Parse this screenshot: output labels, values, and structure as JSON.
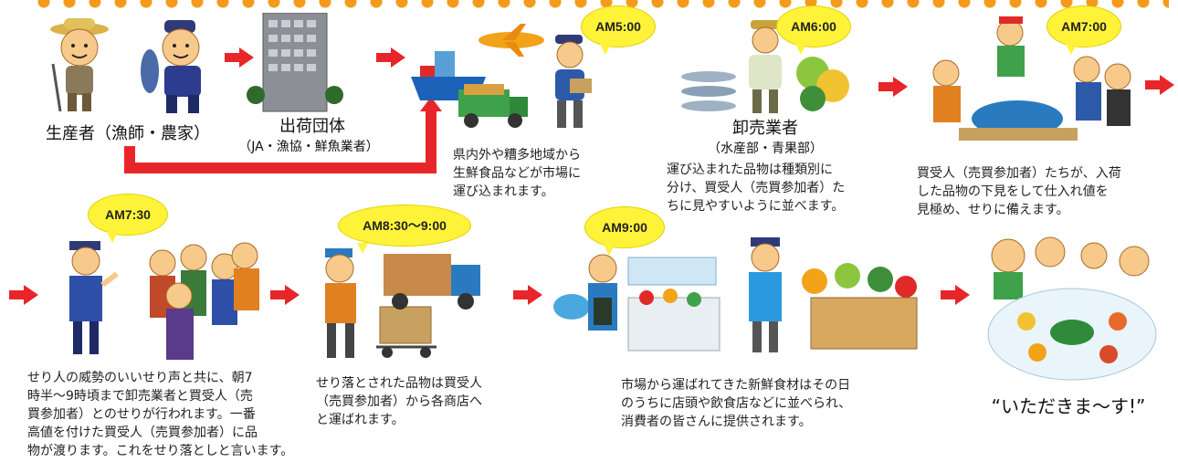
{
  "steps": {
    "s1": {
      "label": "生産者（漁師・農家）"
    },
    "s2": {
      "label": "出荷団体",
      "sub": "（JA・漁協・鮮魚業者）"
    },
    "s3": {
      "time": "AM5:00",
      "text": [
        "県内外や糟多地域から",
        "生鮮食品などが市場に",
        "運び込まれます。"
      ]
    },
    "s4": {
      "time": "AM6:00",
      "label": "卸売業者",
      "sub": "（水産部・青果部）",
      "text": [
        "運び込まれた品物は種類別に",
        "分け、買受人（売買参加者）た",
        "ちに見やすいように並べます。"
      ]
    },
    "s5": {
      "time": "AM7:00",
      "text": [
        "買受人（売買参加者）たちが、入荷",
        "した品物の下見をして仕入れ値を",
        "見極め、せりに備えます。"
      ]
    },
    "s6": {
      "time": "AM7:30",
      "text": [
        "せり人の威勢のいいせり声と共に、朝7",
        "時半～9時頃まで卸売業者と買受人（売",
        "買参加者）とのせりが行われます。一番",
        "高値を付けた買受人（売買参加者）に品",
        "物が渡ります。これをせり落としと言います。"
      ]
    },
    "s7": {
      "time": "AM8:30～9:00",
      "text": [
        "せり落とされた品物は買受人",
        "（売買参加者）から各商店へ",
        "と運ばれます。"
      ]
    },
    "s8": {
      "time": "AM9:00",
      "text": [
        "市場から運ばれてきた新鮮食材はその日",
        "のうちに店頭や飲食店などに並べられ、",
        "消費者の皆さんに提供されます。"
      ]
    },
    "s9": {
      "label": "“いただきま～す!”"
    }
  },
  "colors": {
    "arrow": "#e8262a",
    "bubble": "#fff33a",
    "dots": "#f59a1b"
  },
  "icons": [
    "farmer-icon",
    "fisherman-icon",
    "building-icon",
    "ship-icon",
    "airplane-icon",
    "truck-icon",
    "fish-icon",
    "vegetables-icon",
    "auctioneer-icon",
    "buyers-group-icon",
    "delivery-truck-icon",
    "fish-stall-icon",
    "dining-table-icon"
  ]
}
